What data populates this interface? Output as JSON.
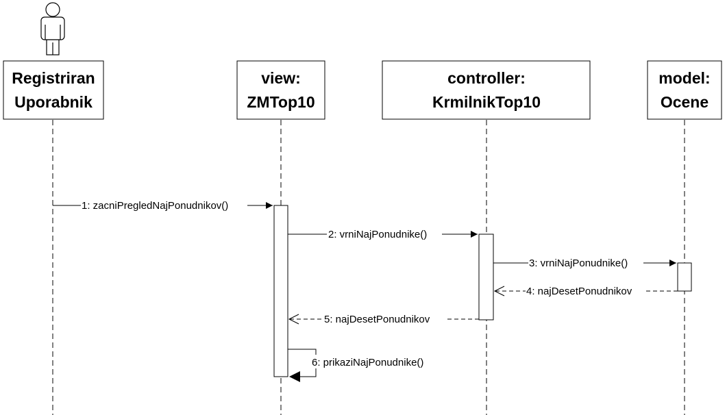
{
  "participants": [
    {
      "id": "actor",
      "line1": "Registriran",
      "line2": "Uporabnik"
    },
    {
      "id": "view",
      "line1": "view:",
      "line2": "ZMTop10"
    },
    {
      "id": "controller",
      "line1": "controller:",
      "line2": "KrmilnikTop10"
    },
    {
      "id": "model",
      "line1": "model:",
      "line2": "Ocene"
    }
  ],
  "messages": [
    {
      "label": "1: zacniPregledNajPonudnikov()",
      "kind": "sync"
    },
    {
      "label": "2: vrniNajPonudnike()",
      "kind": "sync"
    },
    {
      "label": "3: vrniNajPonudnike()",
      "kind": "sync"
    },
    {
      "label": "4: najDesetPonudnikov",
      "kind": "return"
    },
    {
      "label": "5: najDesetPonudnikov",
      "kind": "return"
    },
    {
      "label": "6: prikaziNajPonudnike()",
      "kind": "self"
    }
  ]
}
